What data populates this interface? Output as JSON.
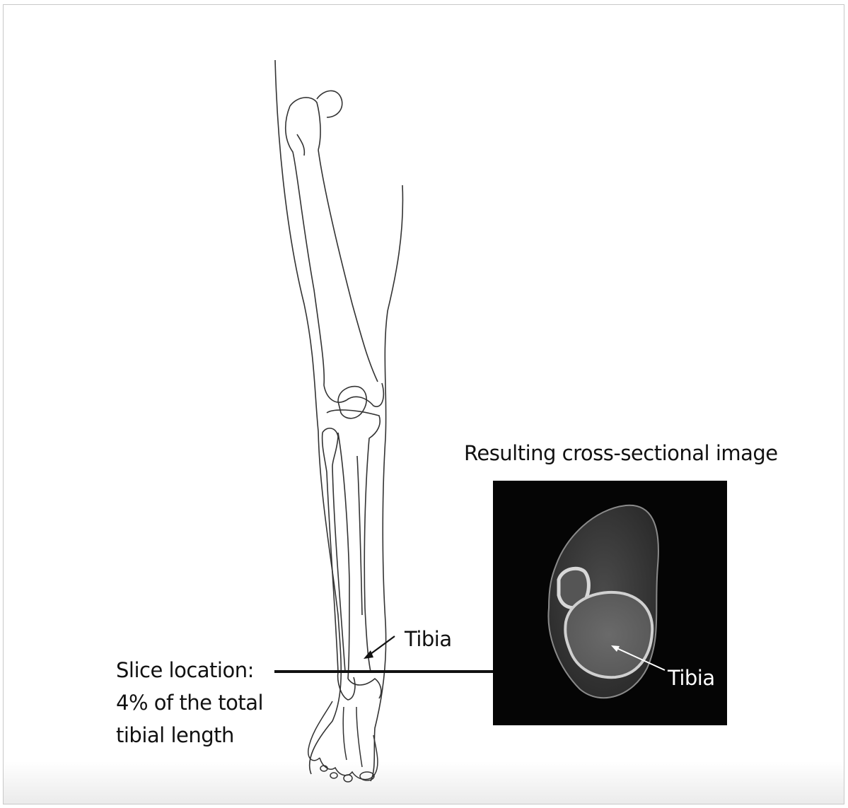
{
  "labels": {
    "tibia_leg": "Tibia",
    "slice_line1": "Slice location:",
    "slice_line2": "4% of the total",
    "slice_line3": "tibial length",
    "result_title": "Resulting cross-sectional image",
    "tibia_ct": "Tibia"
  },
  "colors": {
    "line": "#111111",
    "ct_background": "#050505",
    "bone_outline": "#333333"
  }
}
